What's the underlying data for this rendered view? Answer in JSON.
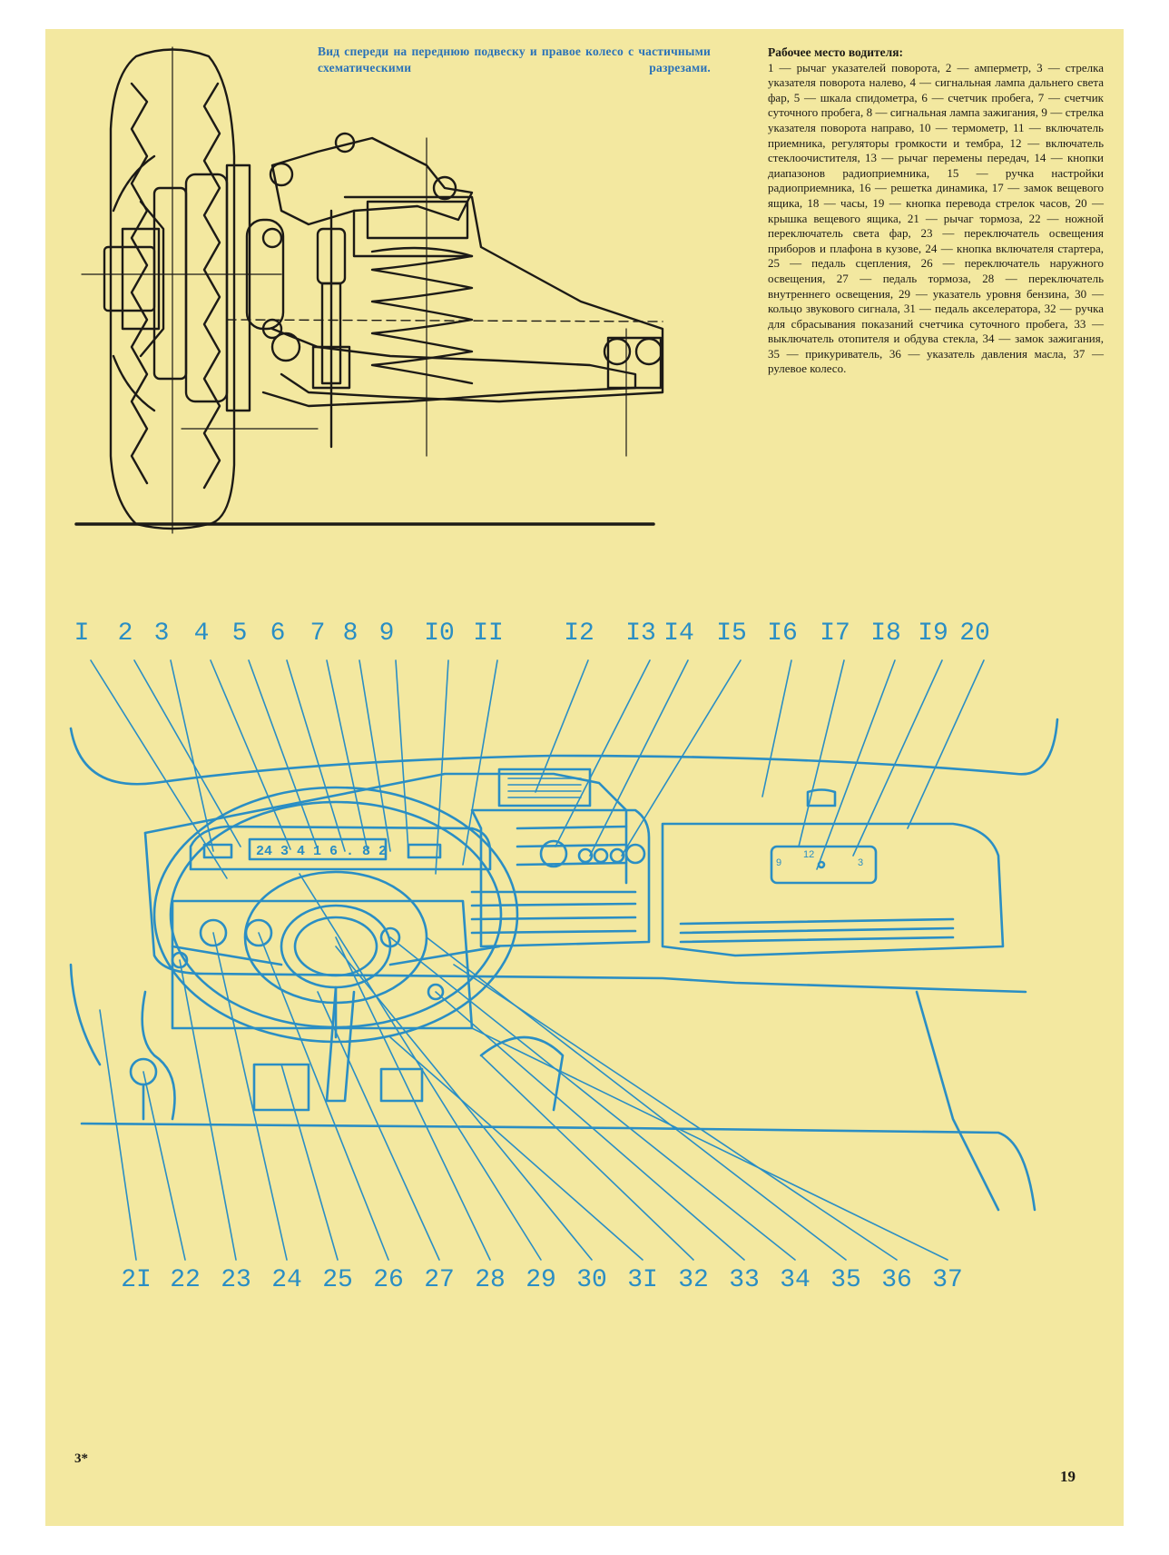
{
  "top_caption": "Вид спереди на переднюю подвеску и правое колесо с частичными схематическими разрезами.",
  "legend": {
    "title": "Рабочее место водителя:",
    "body": "1 — рычаг указателей поворота, 2 — амперметр, 3 — стрелка указателя поворота налево, 4 — сигнальная лампа дальнего света фар, 5 — шкала спидометра, 6 — счетчик пробега, 7 — счетчик суточного пробега, 8 — сигнальная лампа зажигания, 9 — стрелка указателя поворота направо, 10 — термометр, 11 — включатель приемника, регуляторы громкости и тембра, 12 — включатель стеклоочистителя, 13 — рычаг перемены передач, 14 — кнопки диапазонов радиоприемника, 15 — ручка настройки радиоприемника, 16 — решетка динамика, 17 — замок вещевого ящика, 18 — часы, 19 — кнопка перевода стрелок часов, 20 — крышка вещевого ящика, 21 — рычаг тормоза, 22 — ножной переключатель света фар, 23 — переключатель освещения приборов и плафона в кузове, 24 — кнопка включателя стартера, 25 — педаль сцепления, 26 — переключатель наружного освещения, 27 — педаль тормоза, 28 — переключатель внутреннего освещения, 29 — указатель уровня бензина, 30 — кольцо звукового сигнала, 31 — педаль акселератора, 32 — ручка для сбрасывания показаний счетчика суточного пробега, 33 — выключатель отопителя и обдува стекла, 34 — замок зажигания, 35 — прикуриватель, 36 — указатель давления масла, 37 — рулевое колесо."
  },
  "top_numbers": [
    "I",
    "2",
    "3",
    "4",
    "5",
    "6",
    "7",
    "8",
    "9",
    "I0",
    "II",
    "I2",
    "I3",
    "I4",
    "I5",
    "I6",
    "I7",
    "I8",
    "I9",
    "20"
  ],
  "bottom_numbers": [
    "2I",
    "22",
    "23",
    "24",
    "25",
    "26",
    "27",
    "28",
    "29",
    "30",
    "3I",
    "32",
    "33",
    "34",
    "35",
    "36",
    "37"
  ],
  "odometer_text": "24 3 4 1 6 . 8 2",
  "clock": {
    "top": "12",
    "left": "9",
    "right": "3"
  },
  "page_mark": "3*",
  "page_number": "19",
  "colors": {
    "paper": "#f3e8a0",
    "blue_ink": "#2a8ec4",
    "black_ink": "#1c1a16",
    "caption_blue": "#2a72b8"
  }
}
